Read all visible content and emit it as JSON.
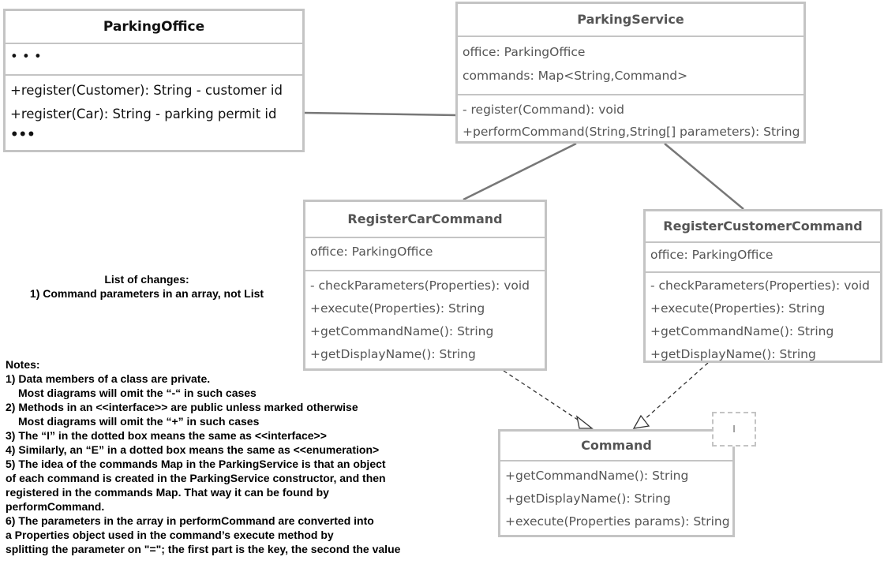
{
  "classes": {
    "parking_office": {
      "name": "ParkingOffice",
      "fields": [
        "• • •"
      ],
      "methods": [
        "+register(Customer): String - customer id",
        "+register(Car): String - parking permit id",
        "•••"
      ]
    },
    "parking_service": {
      "name": "ParkingService",
      "fields": [
        "office: ParkingOffice",
        "commands: Map<String,Command>"
      ],
      "methods": [
        "- register(Command): void",
        "+performCommand(String,String[] parameters): String"
      ]
    },
    "register_car_command": {
      "name": "RegisterCarCommand",
      "fields": [
        "office: ParkingOffice"
      ],
      "methods": [
        "- checkParameters(Properties): void",
        "+execute(Properties): String",
        "+getCommandName(): String",
        "+getDisplayName(): String"
      ]
    },
    "register_customer_command": {
      "name": "RegisterCustomerCommand",
      "fields": [
        "office: ParkingOffice"
      ],
      "methods": [
        "- checkParameters(Properties): void",
        "+execute(Properties): String",
        "+getCommandName(): String",
        "+getDisplayName(): String"
      ]
    },
    "command": {
      "name": "Command",
      "stereotype": "I",
      "methods": [
        "+getCommandName(): String",
        "+getDisplayName(): String",
        "+execute(Properties params): String"
      ]
    }
  },
  "changes": [
    "List of changes:",
    "1) Command parameters in an array, not List"
  ],
  "notes": [
    "Notes:",
    "1) Data members of a class are private.",
    "   Most diagrams will omit the “-“ in such cases",
    "2) Methods in an <<interface>> are public unless marked otherwise",
    "   Most diagrams will omit the “+” in such cases",
    "3) The “I” in the dotted box means the same as <<interface>>",
    "4) Similarly, an “E” in a dotted box means the same as <<enumeration>",
    "5) The idea of the commands Map in the ParkingService is that an object",
    "of each command is created in the ParkingService constructor, and then",
    "registered in the commands Map. That way it can be found by",
    "performCommand.",
    "6) The parameters in the array in performCommand are converted into",
    "a Properties object used in the command’s execute method by",
    "splitting the parameter on \"=\"; the first part is the key, the second the value"
  ]
}
